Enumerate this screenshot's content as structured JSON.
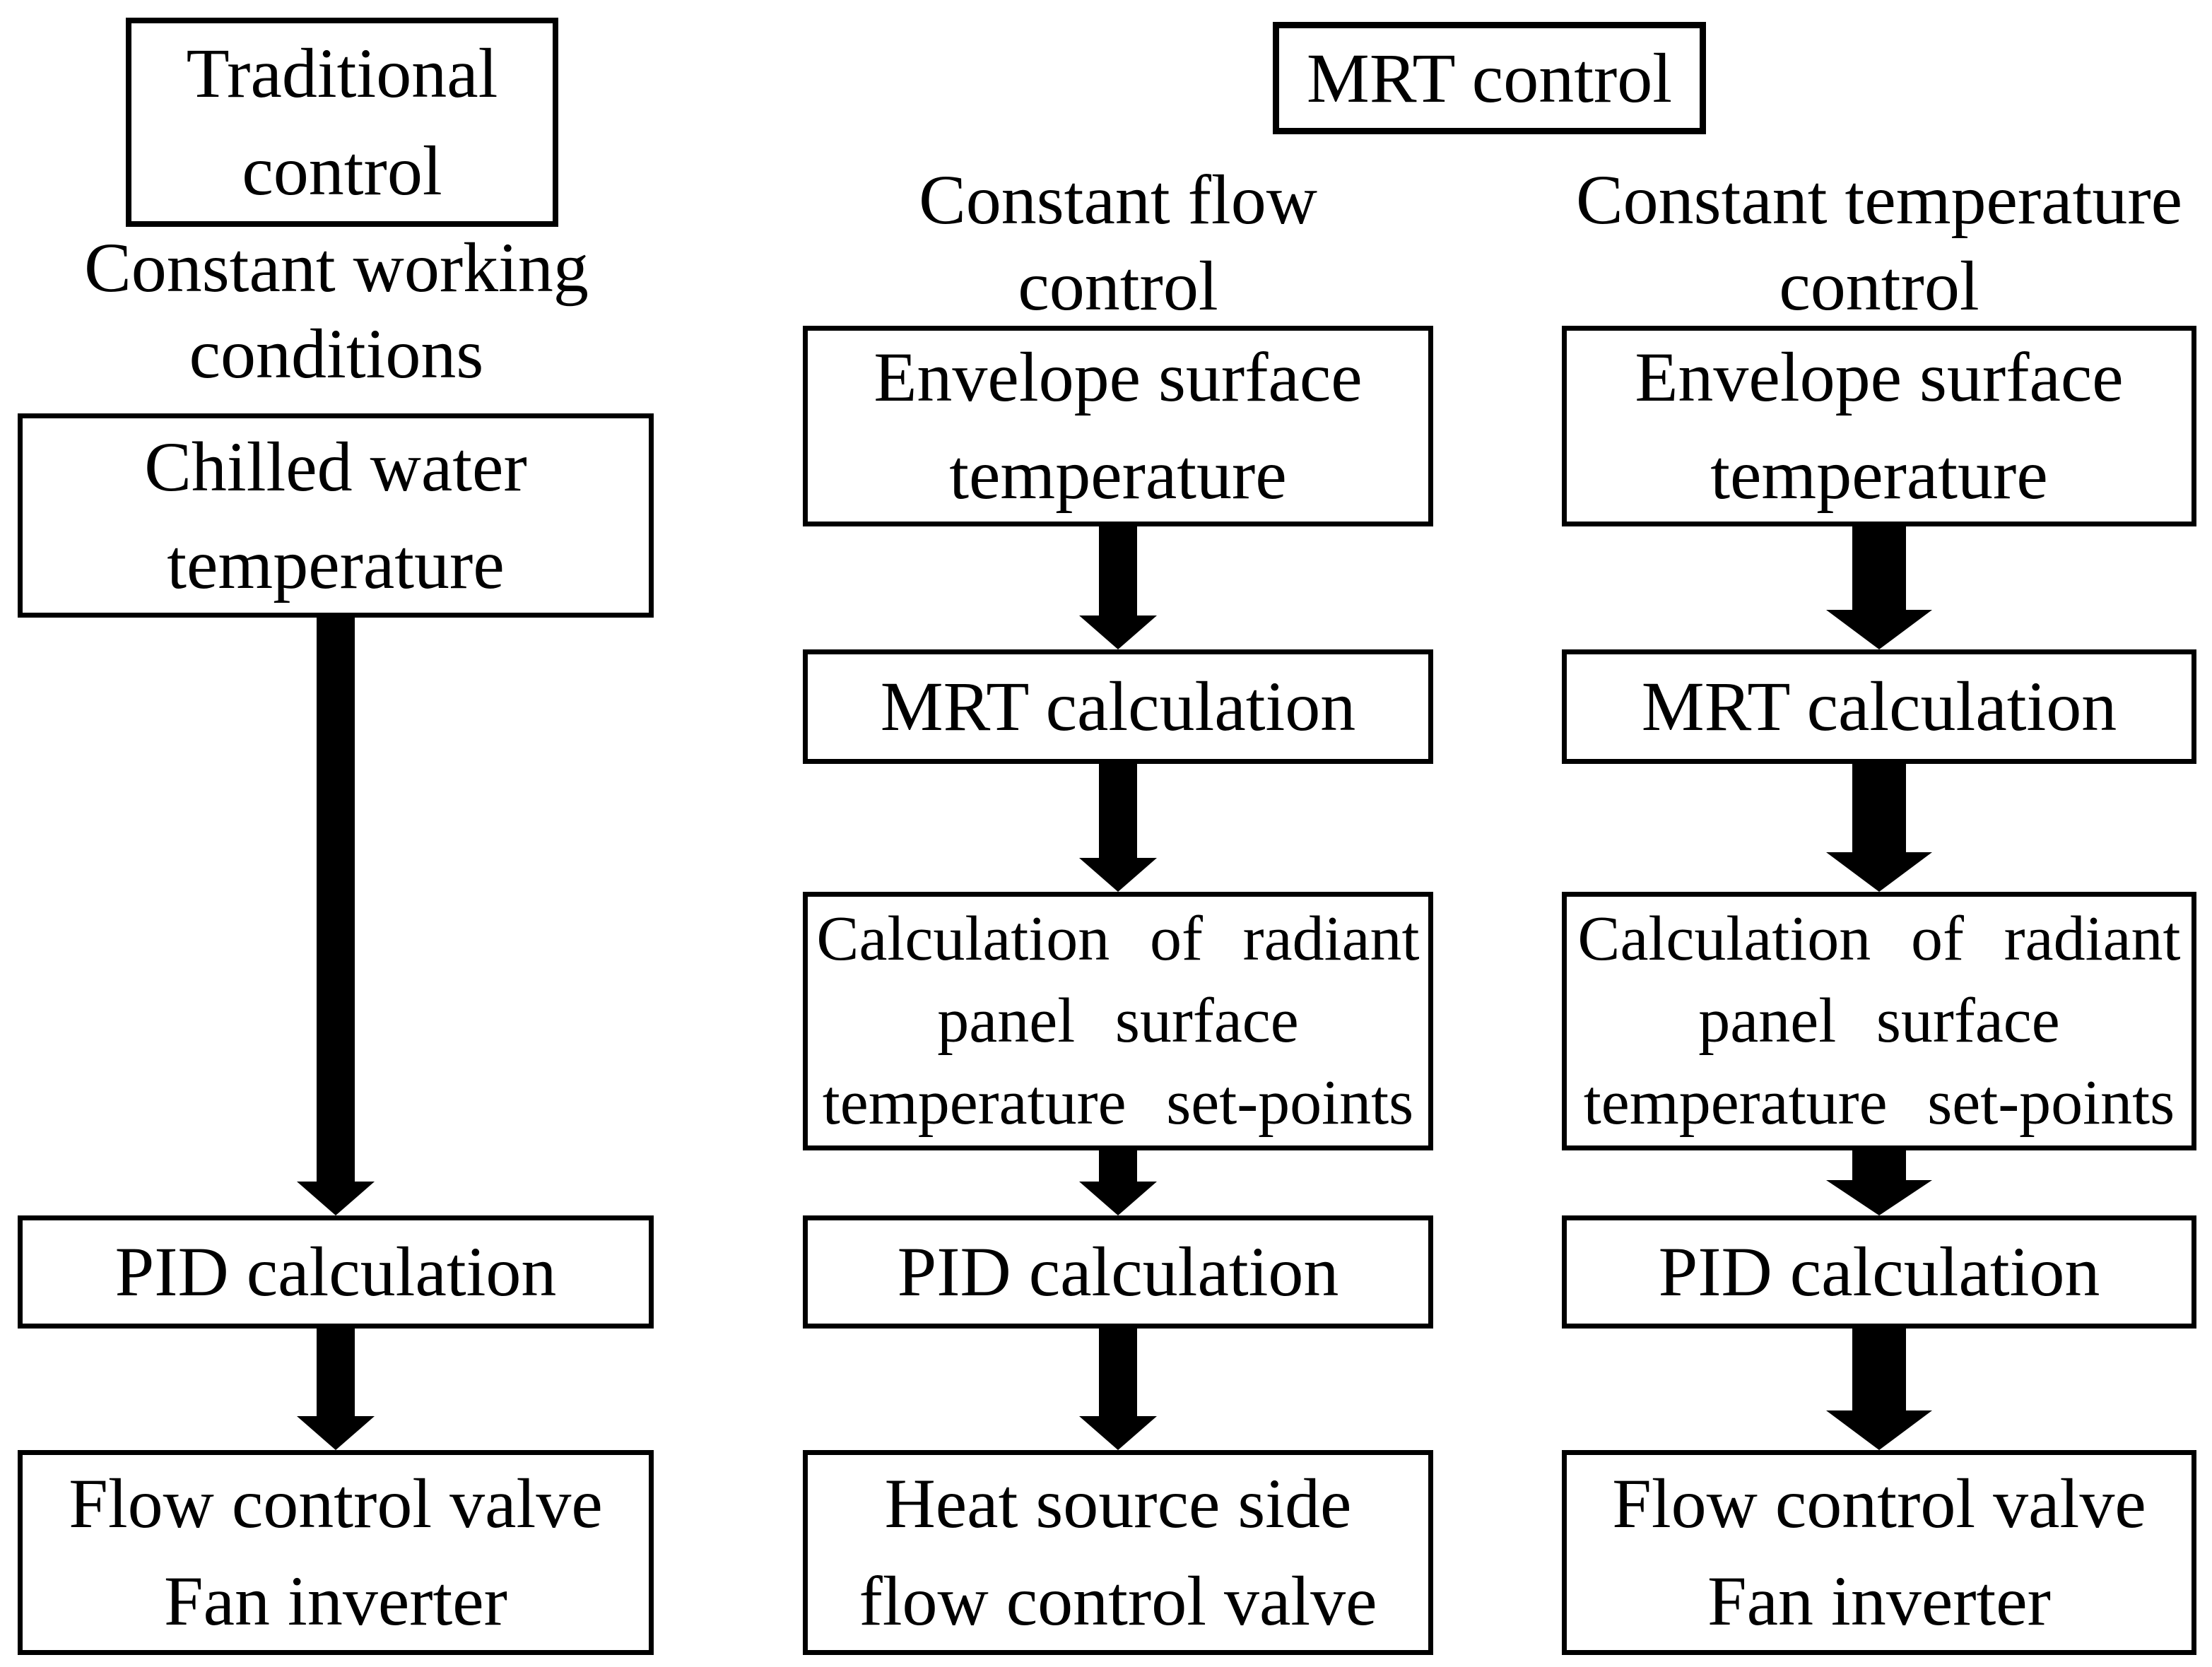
{
  "colors": {
    "ink": "#000000",
    "paper": "#ffffff"
  },
  "diagram": {
    "mrt_group_header": {
      "label": "MRT control"
    },
    "columns": [
      {
        "id": "traditional-control",
        "header_lines": [
          "Traditional",
          "control"
        ],
        "subheader_lines": [
          "Constant working",
          "conditions"
        ],
        "boxes": [
          {
            "id": "chilled-water-temperature",
            "lines": [
              "Chilled water",
              "temperature"
            ]
          },
          {
            "id": "pid-calculation",
            "lines": [
              "PID calculation"
            ]
          },
          {
            "id": "flow-control-valve-fan-inverter",
            "lines": [
              "Flow control valve",
              "Fan inverter"
            ]
          }
        ]
      },
      {
        "id": "constant-flow-control",
        "subheader_lines": [
          "Constant flow",
          "control"
        ],
        "boxes": [
          {
            "id": "envelope-surface-temperature",
            "lines": [
              "Envelope surface",
              "temperature"
            ]
          },
          {
            "id": "mrt-calculation",
            "lines": [
              "MRT calculation"
            ]
          },
          {
            "id": "radiant-panel-surface-temperature-set-points",
            "lines": [
              "Calculation of radiant",
              "panel surface",
              "temperature set-points"
            ]
          },
          {
            "id": "pid-calculation",
            "lines": [
              "PID calculation"
            ]
          },
          {
            "id": "heat-source-side-flow-control-valve",
            "lines": [
              "Heat source side",
              "flow control valve"
            ]
          }
        ]
      },
      {
        "id": "constant-temperature-control",
        "subheader_lines": [
          "Constant temperature",
          "control"
        ],
        "boxes": [
          {
            "id": "envelope-surface-temperature",
            "lines": [
              "Envelope surface",
              "temperature"
            ]
          },
          {
            "id": "mrt-calculation",
            "lines": [
              "MRT calculation"
            ]
          },
          {
            "id": "radiant-panel-surface-temperature-set-points",
            "lines": [
              "Calculation of radiant",
              "panel surface",
              "temperature set-points"
            ]
          },
          {
            "id": "pid-calculation",
            "lines": [
              "PID calculation"
            ]
          },
          {
            "id": "flow-control-valve-fan-inverter",
            "lines": [
              "Flow control valve",
              "Fan inverter"
            ]
          }
        ]
      }
    ]
  }
}
